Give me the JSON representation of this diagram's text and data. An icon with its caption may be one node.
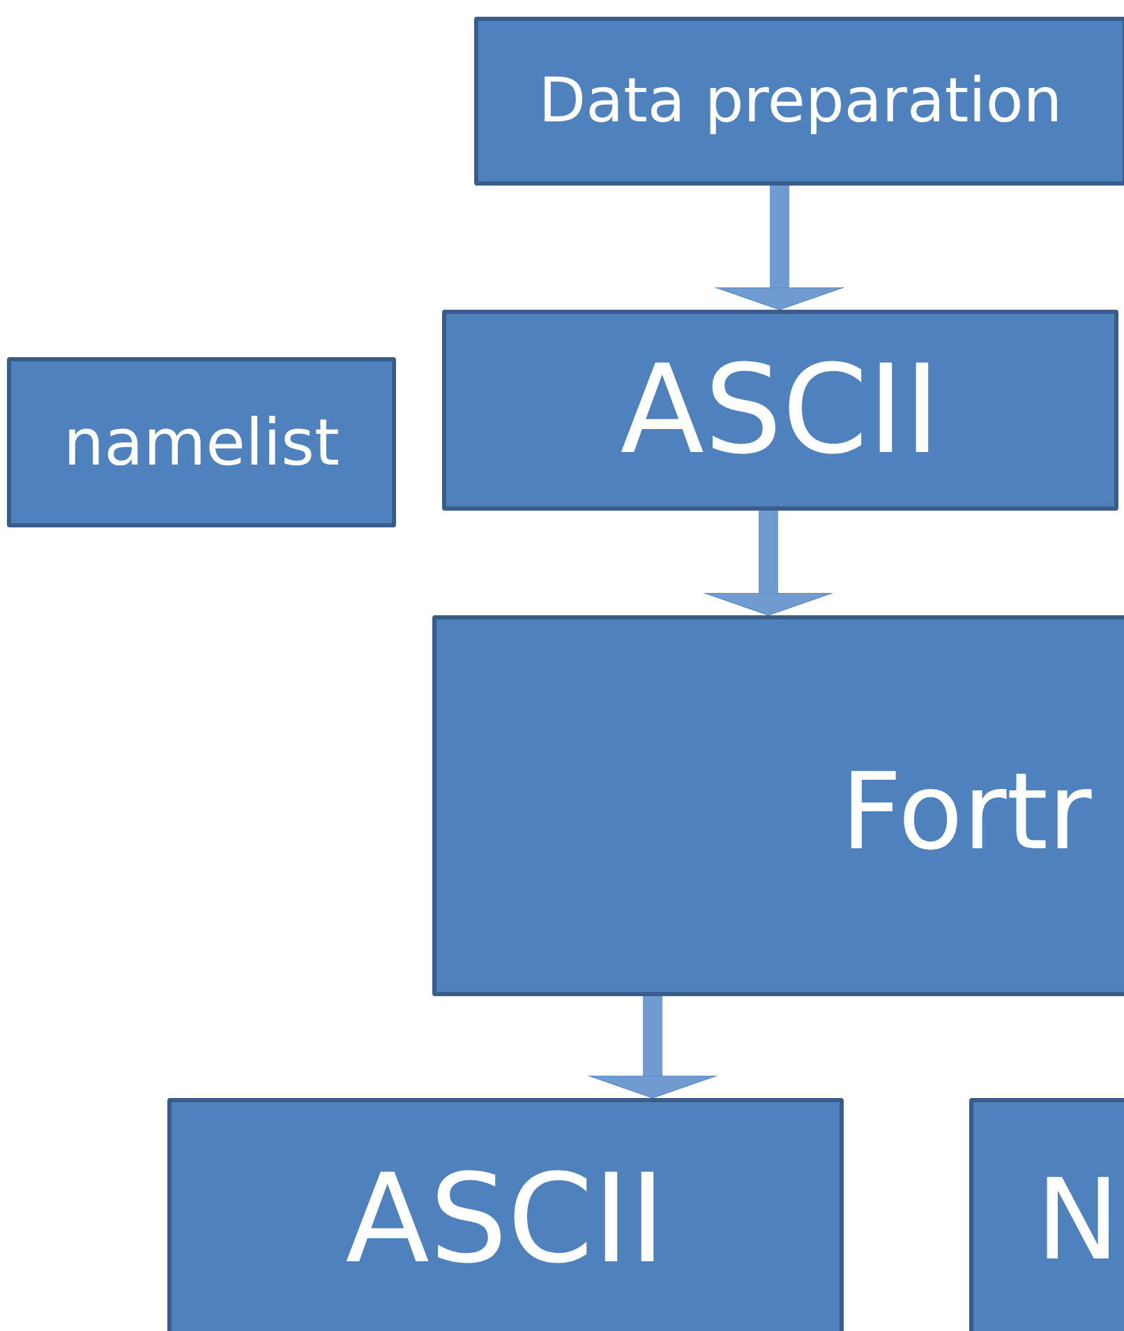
{
  "diagram": {
    "nodes": [
      {
        "text": [
          "Data preparation"
        ]
      },
      {
        "text": [
          "ASCII"
        ]
      },
      {
        "text": [
          "namelist"
        ]
      },
      {
        "text": [
          "Fortr"
        ]
      },
      {
        "text": [
          "ASCII"
        ]
      },
      {
        "text": [
          "N"
        ]
      }
    ],
    "edges": [
      {
        "from": 0,
        "to": 1,
        "arrow": "to"
      },
      {
        "from": 1,
        "to": 3,
        "arrow": "to"
      },
      {
        "from": 3,
        "to": 4,
        "arrow": "to"
      }
    ]
  }
}
